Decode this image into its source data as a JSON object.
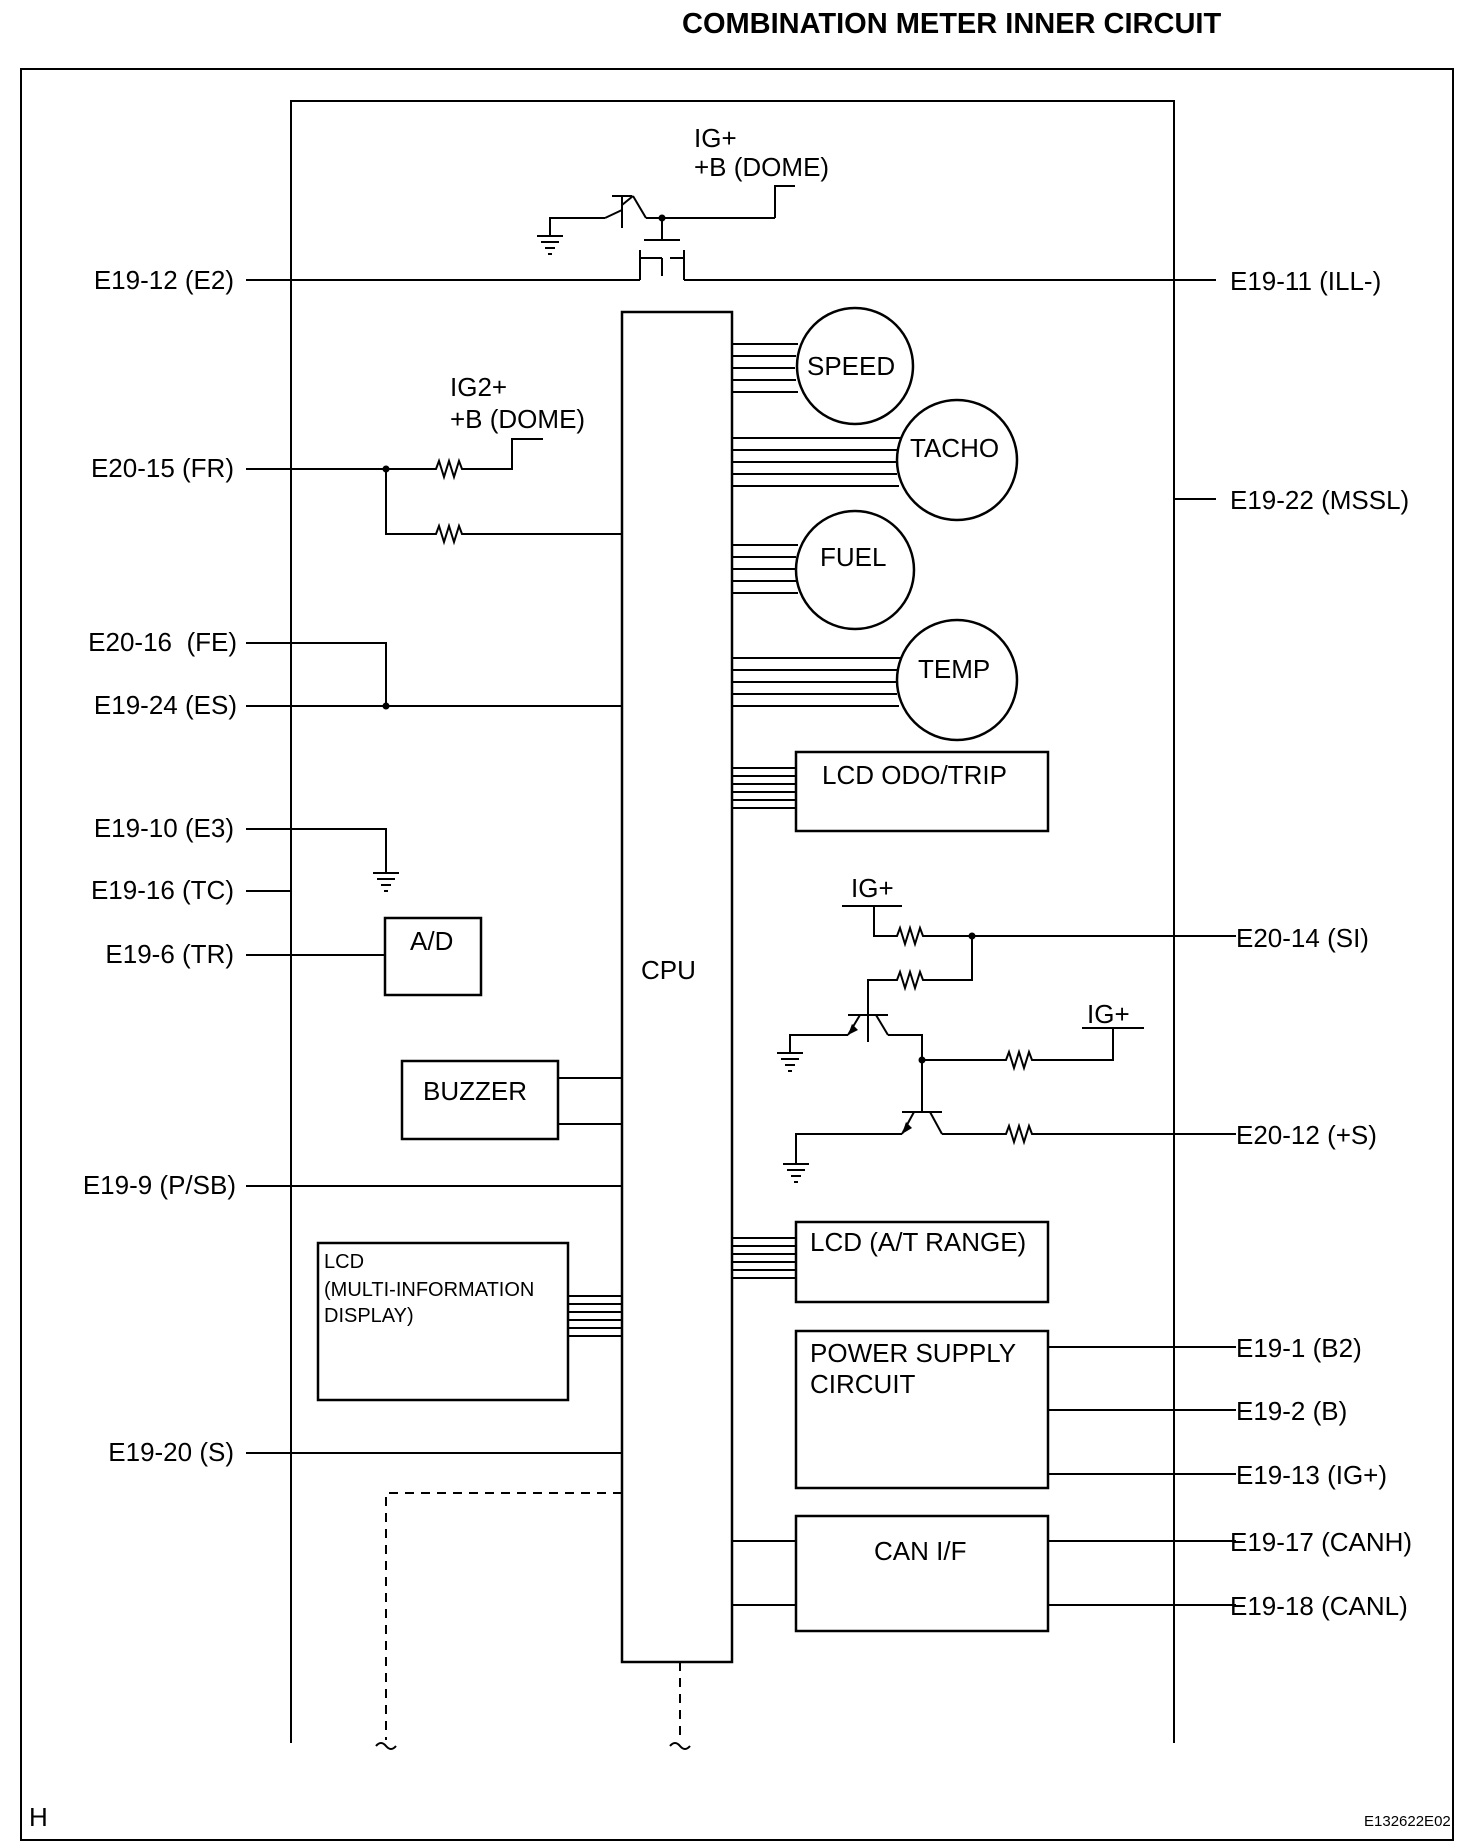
{
  "title": "COMBINATION METER INNER CIRCUIT",
  "corner_label": "H",
  "image_code": "E132622E02",
  "supply_labels": {
    "top_ig": "IG+",
    "top_b": "+B (DOME)",
    "fr_ig2": "IG2+",
    "fr_b": "+B (DOME)",
    "si_ig": "IG+",
    "s_ig": "IG+"
  },
  "left_pins": {
    "e2": "E19-12 (E2)",
    "fr": "E20-15 (FR)",
    "fe": "E20-16  (FE)",
    "es": "E19-24 (ES)",
    "e3": "E19-10 (E3)",
    "tc": "E19-16 (TC)",
    "tr": "E19-6 (TR)",
    "psb": "E19-9 (P/SB)",
    "s": "E19-20 (S)"
  },
  "right_pins": {
    "ill": "E19-11 (ILL-)",
    "mssl": "E19-22 (MSSL)",
    "si": "E20-14 (SI)",
    "plus_s": "E20-12 (+S)",
    "b2": "E19-1 (B2)",
    "b": "E19-2 (B)",
    "ig": "E19-13 (IG+)",
    "canh": "E19-17 (CANH)",
    "canl": "E19-18 (CANL)"
  },
  "blocks": {
    "cpu": "CPU",
    "ad": "A/D",
    "buzzer": "BUZZER",
    "lcd_multi_1": "LCD",
    "lcd_multi_2": "(MULTI-INFORMATION",
    "lcd_multi_3": "DISPLAY)",
    "lcd_odo": "LCD ODO/TRIP",
    "lcd_at": "LCD (A/T RANGE)",
    "power_1": "POWER SUPPLY",
    "power_2": "CIRCUIT",
    "can": "CAN I/F"
  },
  "gauges": {
    "speed": "SPEED",
    "tacho": "TACHO",
    "fuel": "FUEL",
    "temp": "TEMP"
  }
}
